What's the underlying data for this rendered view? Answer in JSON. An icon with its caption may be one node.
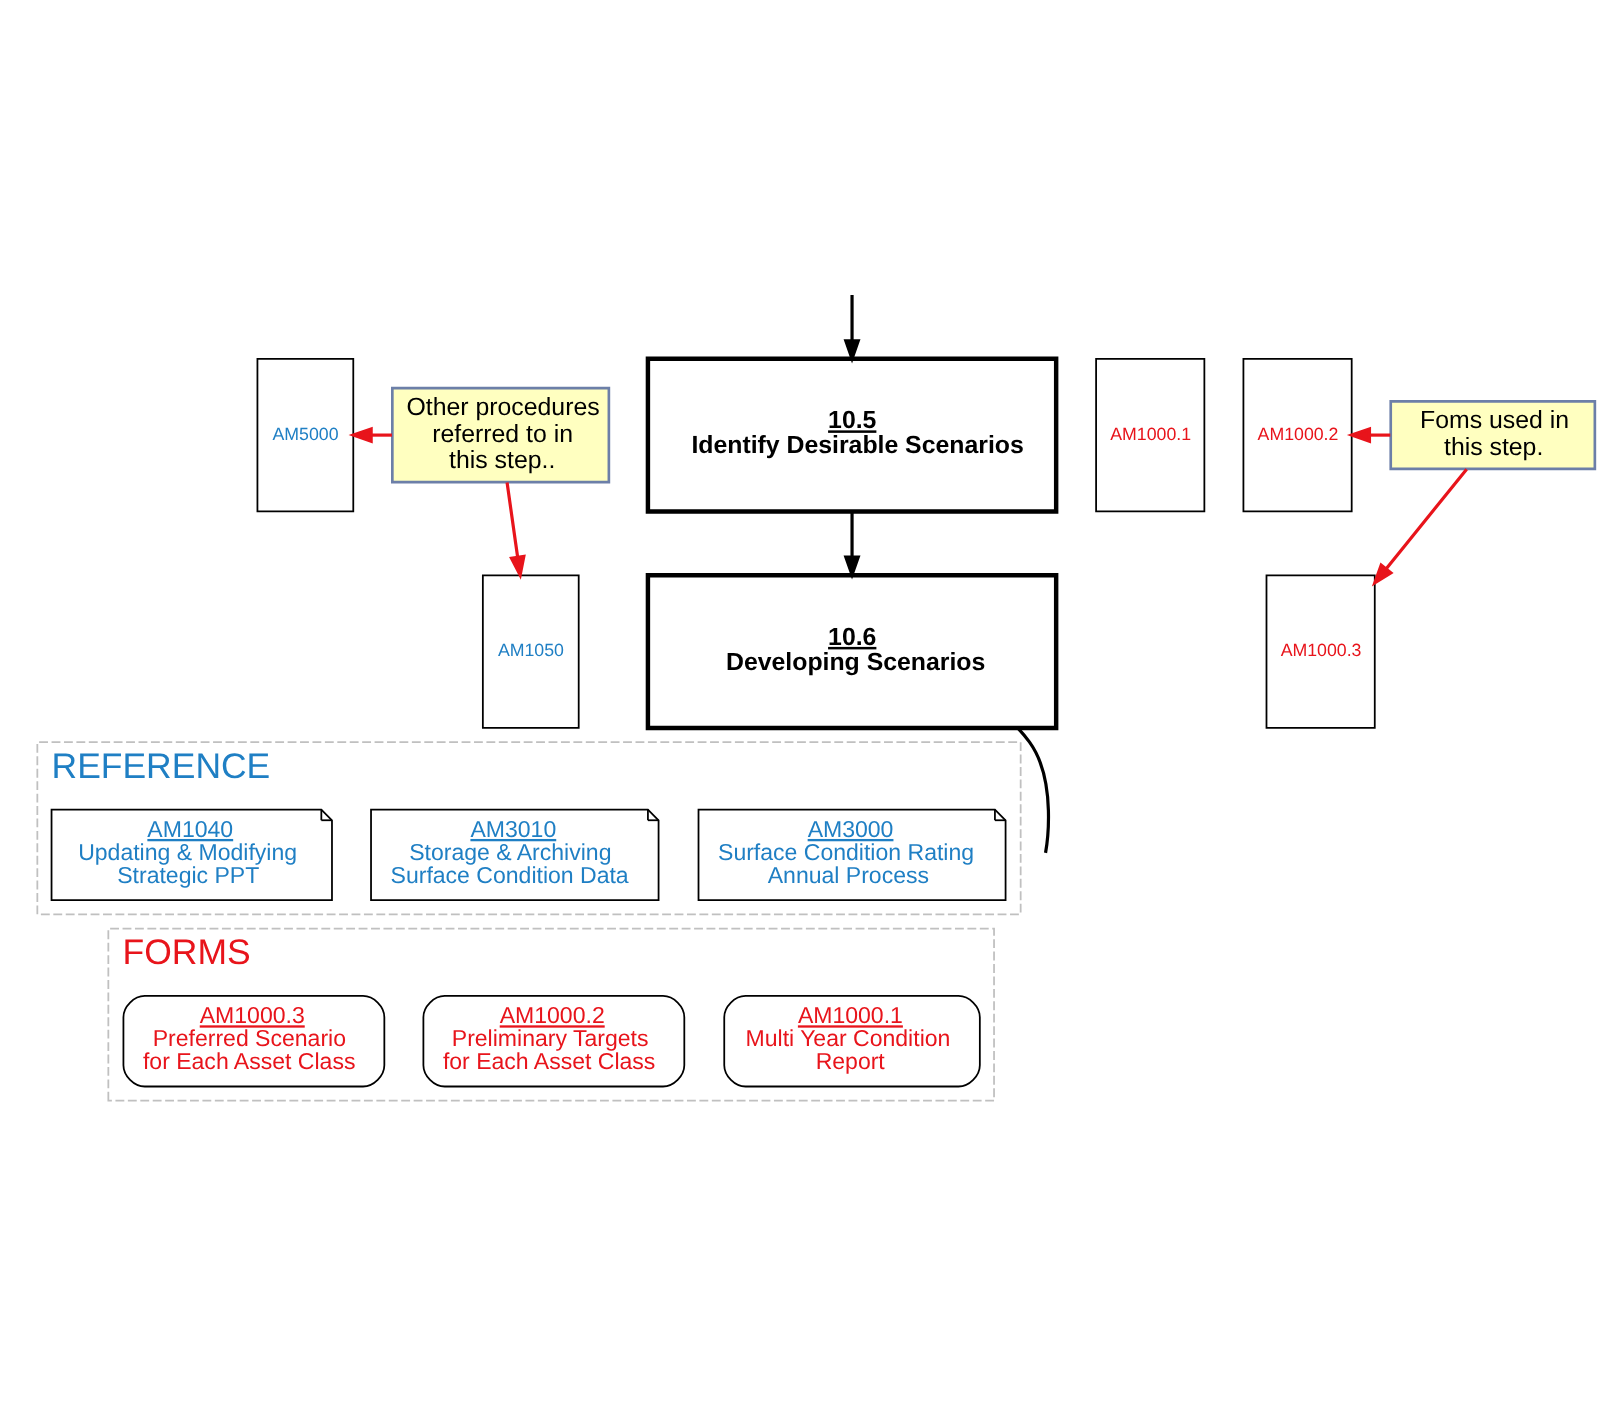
{
  "diagram": {
    "nodes": [
      {
        "text": [
          "AM5000"
        ]
      },
      {
        "text": [
          "10.5",
          "Identify Desirable Scenarios"
        ]
      },
      {
        "text": [
          "AM1000.1"
        ]
      },
      {
        "text": [
          "AM1000.2"
        ]
      },
      {
        "text": [
          "Other procedures referred to in this step.."
        ]
      },
      {
        "text": [
          "Foms used in this step."
        ]
      },
      {
        "text": [
          "AM1050"
        ]
      },
      {
        "text": [
          "10.6",
          "Developing Scenarios"
        ]
      },
      {
        "text": [
          "AM1000.3"
        ]
      },
      {
        "text": [
          "REFERENCE"
        ]
      },
      {
        "text": [
          "AM3000",
          "Surface Condition Rating Annual Process"
        ],
        "in": 9
      },
      {
        "text": [
          "AM3010",
          "Storage & Archiving Surface Condition Data"
        ],
        "in": 9
      },
      {
        "text": [
          "AM1040",
          "Updating & Modifying Strategic PPT"
        ],
        "in": 9
      },
      {
        "text": [
          "FORMS"
        ]
      },
      {
        "text": [
          "AM1000.1",
          "Multi Year Condition Report"
        ],
        "in": 13
      },
      {
        "text": [
          "AM1000.2",
          "Preliminary Targets for Each Asset Class"
        ],
        "in": 13
      },
      {
        "text": [
          "AM1000.3",
          "Preferred Scenario for Each Asset Class"
        ],
        "in": 13
      }
    ],
    "edges": [
      {
        "from": null,
        "to": 1,
        "arrow": "to",
        "color": "#000000"
      },
      {
        "from": 1,
        "to": 7,
        "arrow": "to",
        "color": "#000000"
      },
      {
        "from": 7,
        "to": null,
        "arrow": "none",
        "color": "#000000"
      },
      {
        "from": 4,
        "to": 0,
        "arrow": "to",
        "color": "#e8141b"
      },
      {
        "from": 4,
        "to": 6,
        "arrow": "to",
        "color": "#e8141b"
      },
      {
        "from": 5,
        "to": 3,
        "arrow": "to",
        "color": "#e8141b"
      },
      {
        "from": 5,
        "to": 8,
        "arrow": "to",
        "color": "#e8141b"
      }
    ]
  }
}
